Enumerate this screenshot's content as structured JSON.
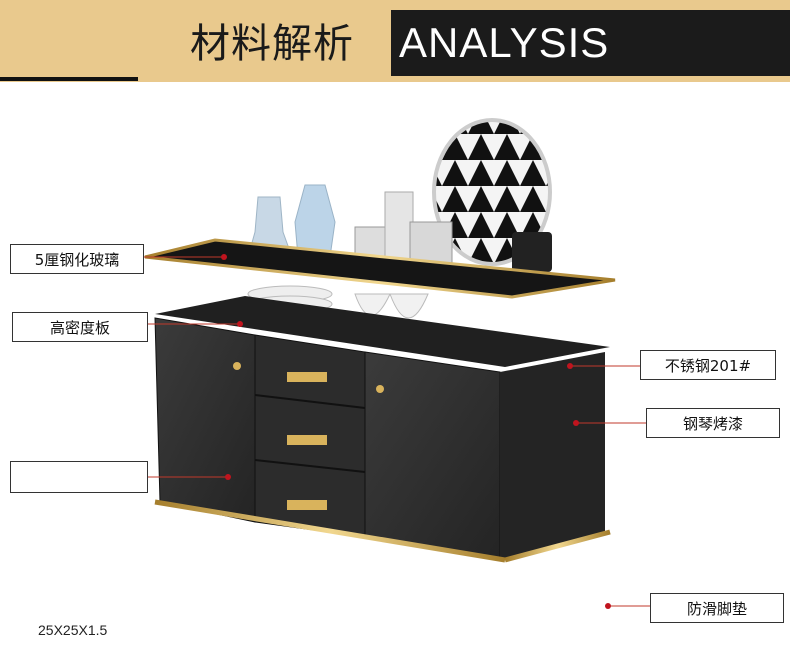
{
  "header": {
    "title_cn": "材料解析",
    "title_en": "ANALYSIS"
  },
  "labels": {
    "glass": "5厘钢化玻璃",
    "board": "高密度板",
    "steel": "不锈钢201#",
    "paint": "钢琴烤漆",
    "blank": "",
    "feet": "防滑脚垫"
  },
  "caption": "25X25X1.5",
  "colors": {
    "header_bg": "#e9c98d",
    "title_box": "#1b1b1b",
    "cabinet": "#2f2f2f",
    "gold": "#c9a24a",
    "leader": "#c0141e"
  }
}
